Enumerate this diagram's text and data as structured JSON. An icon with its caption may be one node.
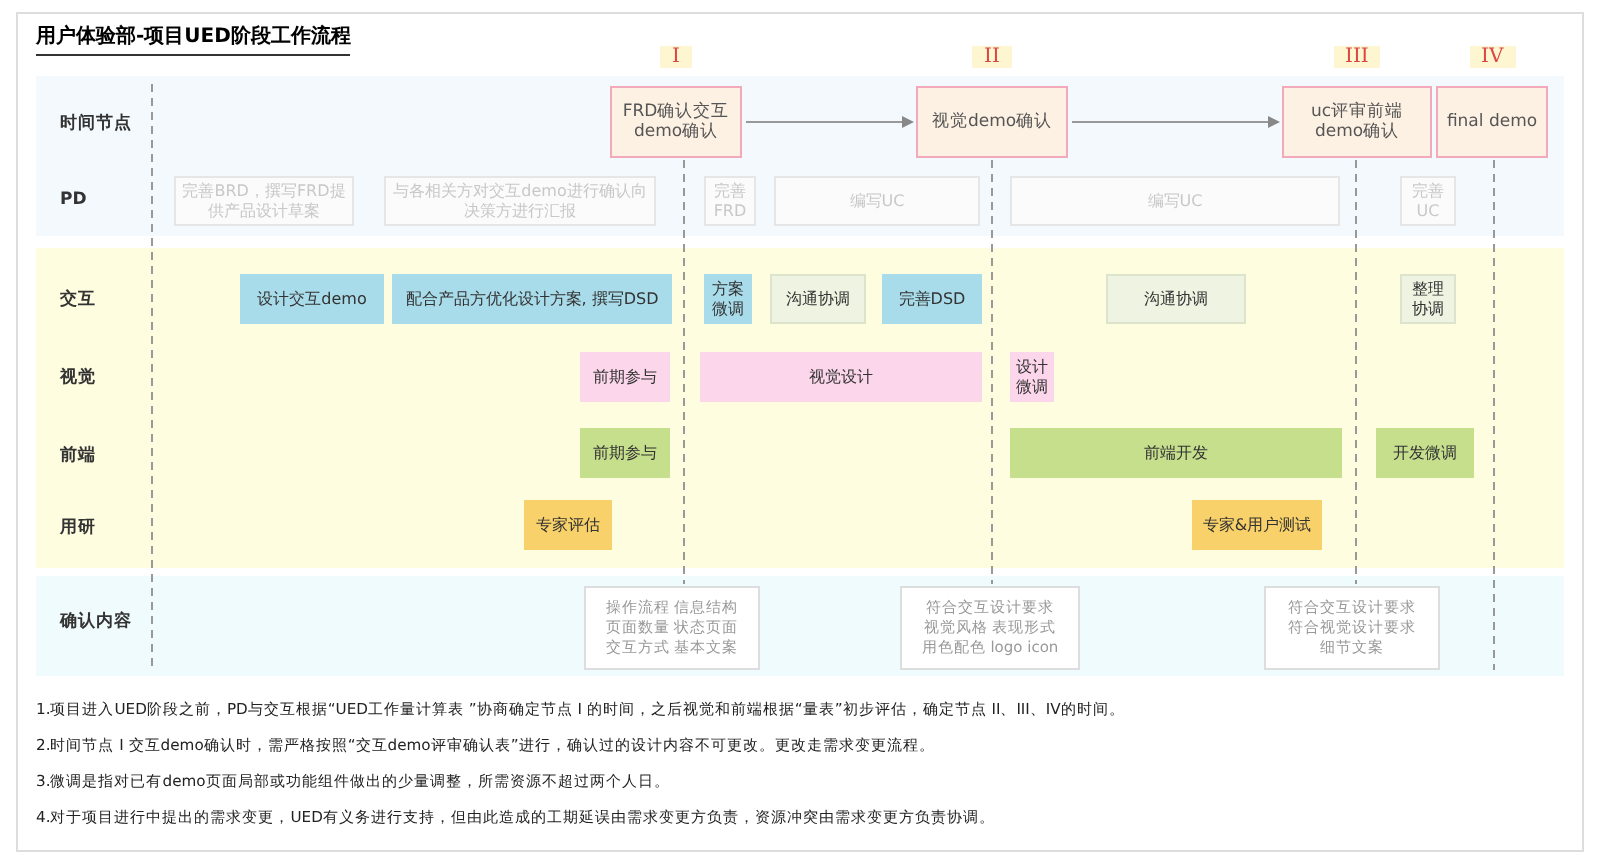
{
  "diagram": {
    "title": "用户体验部-项目UED阶段工作流程",
    "nodes": [
      {
        "text": [
          "FRD确认交互demo确认"
        ],
        "beside": [
          "I"
        ]
      },
      {
        "text": [
          "视觉demo确认"
        ],
        "beside": [
          "II"
        ]
      },
      {
        "text": [
          "uc评审前端demo确认"
        ],
        "beside": [
          "III"
        ]
      },
      {
        "text": [
          "final demo"
        ],
        "beside": [
          "IV"
        ]
      },
      {
        "text": [
          "完善BRD，撰写FRD提供产品设计草案"
        ]
      },
      {
        "text": [
          "与各相关方对交互demo进行确认向决策方进行汇报"
        ]
      },
      {
        "text": [
          "完善FRD"
        ]
      },
      {
        "text": [
          "编写UC"
        ]
      },
      {
        "text": [
          "编写UC"
        ]
      },
      {
        "text": [
          "完善UC"
        ]
      },
      {
        "text": [
          "设计交互demo"
        ]
      },
      {
        "text": [
          "配合产品方优化设计方案, 撰写DSD"
        ]
      },
      {
        "text": [
          "方案微调"
        ]
      },
      {
        "text": [
          "沟通协调"
        ]
      },
      {
        "text": [
          "完善DSD"
        ]
      },
      {
        "text": [
          "沟通协调"
        ]
      },
      {
        "text": [
          "整理协调"
        ]
      },
      {
        "text": [
          "前期参与"
        ]
      },
      {
        "text": [
          "视觉设计"
        ]
      },
      {
        "text": [
          "设计微调"
        ]
      },
      {
        "text": [
          "前期参与"
        ]
      },
      {
        "text": [
          "前端开发"
        ]
      },
      {
        "text": [
          "开发微调"
        ]
      },
      {
        "text": [
          "专家评估"
        ]
      },
      {
        "text": [
          "专家&用户测试"
        ]
      },
      {
        "text": [
          "操作流程 信息结构页面数量 状态页面交互方式 基本文案"
        ]
      },
      {
        "text": [
          "符合交互设计要求视觉风格 表现形式用色配色 logo icon"
        ]
      },
      {
        "text": [
          "符合交互设计要求符合视觉设计要求细节文案"
        ]
      }
    ],
    "edges": [
      {
        "from": 0,
        "to": 1,
        "arrow": "to"
      },
      {
        "from": 1,
        "to": 2,
        "arrow": "to"
      }
    ],
    "labels": [
      "时间节点",
      "PD",
      "交互",
      "视觉",
      "前端",
      "用研",
      "确认内容",
      "1.项目进入UED阶段之前，PD与交互根据“UED工作量计算表 ”协商确定节点 I 的时间，之后视觉和前端根据“量表”初步评估，确定节点 II、III、IV的时间。",
      "2.时间节点 I 交互demo确认时，需严格按照“交互demo评审确认表”进行，确认过的设计内容不可更改。更改走需求变更流程。",
      "3.微调是指对已有demo页面局部或功能组件做出的少量调整，所需资源不超过两个人日。",
      "4.对于项目进行中提出的需求变更，UED有义务进行支持，但由此造成的工期延误由需求变更方负责，资源冲突由需求变更方负责协调。"
    ]
  }
}
